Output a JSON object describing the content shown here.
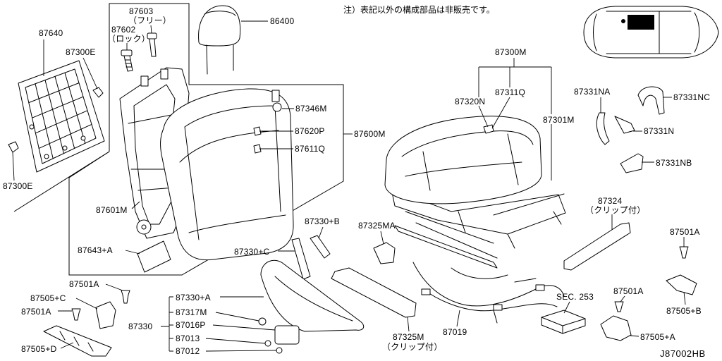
{
  "note": "注）表記以外の構成部品は非販売です。",
  "diagram_code": "J87002HB",
  "callouts": {
    "back_board": "87640",
    "clip_top": "87300E",
    "guide_free": "87603",
    "guide_free_note": "（フリー）",
    "guide_lock": "87602",
    "guide_lock_note": "（ロック）",
    "headrest": "86400",
    "p87346m": "87346M",
    "p87620p": "87620P",
    "back_assy": "87600M",
    "p87611q": "87611Q",
    "back_frame": "87601M",
    "p87643a": "87643+A",
    "clip_bottom": "87300E",
    "cushion_assy": "87300M",
    "p87320n": "87320N",
    "p87311q": "87311Q",
    "cushion_frame": "87301M",
    "p87331na": "87331NA",
    "p87331nc": "87331NC",
    "p87331n": "87331N",
    "p87331nb": "87331NB",
    "p87324": "87324",
    "p87324_note": "（クリップ付）",
    "screw_right": "87501A",
    "p87505b": "87505+B",
    "screw_mid": "87501A",
    "p87505a": "87505+A",
    "sec_253": "SEC. 253",
    "harness": "87019",
    "p87325m": "87325M",
    "p87325m_note": "（クリップ付）",
    "p87325ma": "87325MA",
    "p87330b": "87330+B",
    "p87330c": "87330+C",
    "p87330a": "87330+A",
    "p87317m": "87317M",
    "p87016p": "87016P",
    "side_finisher": "87330",
    "p87013": "87013",
    "p87012": "87012",
    "screw_left_top": "87501A",
    "p87505c": "87505+C",
    "screw_left_bottom": "87501A",
    "p87505d": "87505+D"
  }
}
